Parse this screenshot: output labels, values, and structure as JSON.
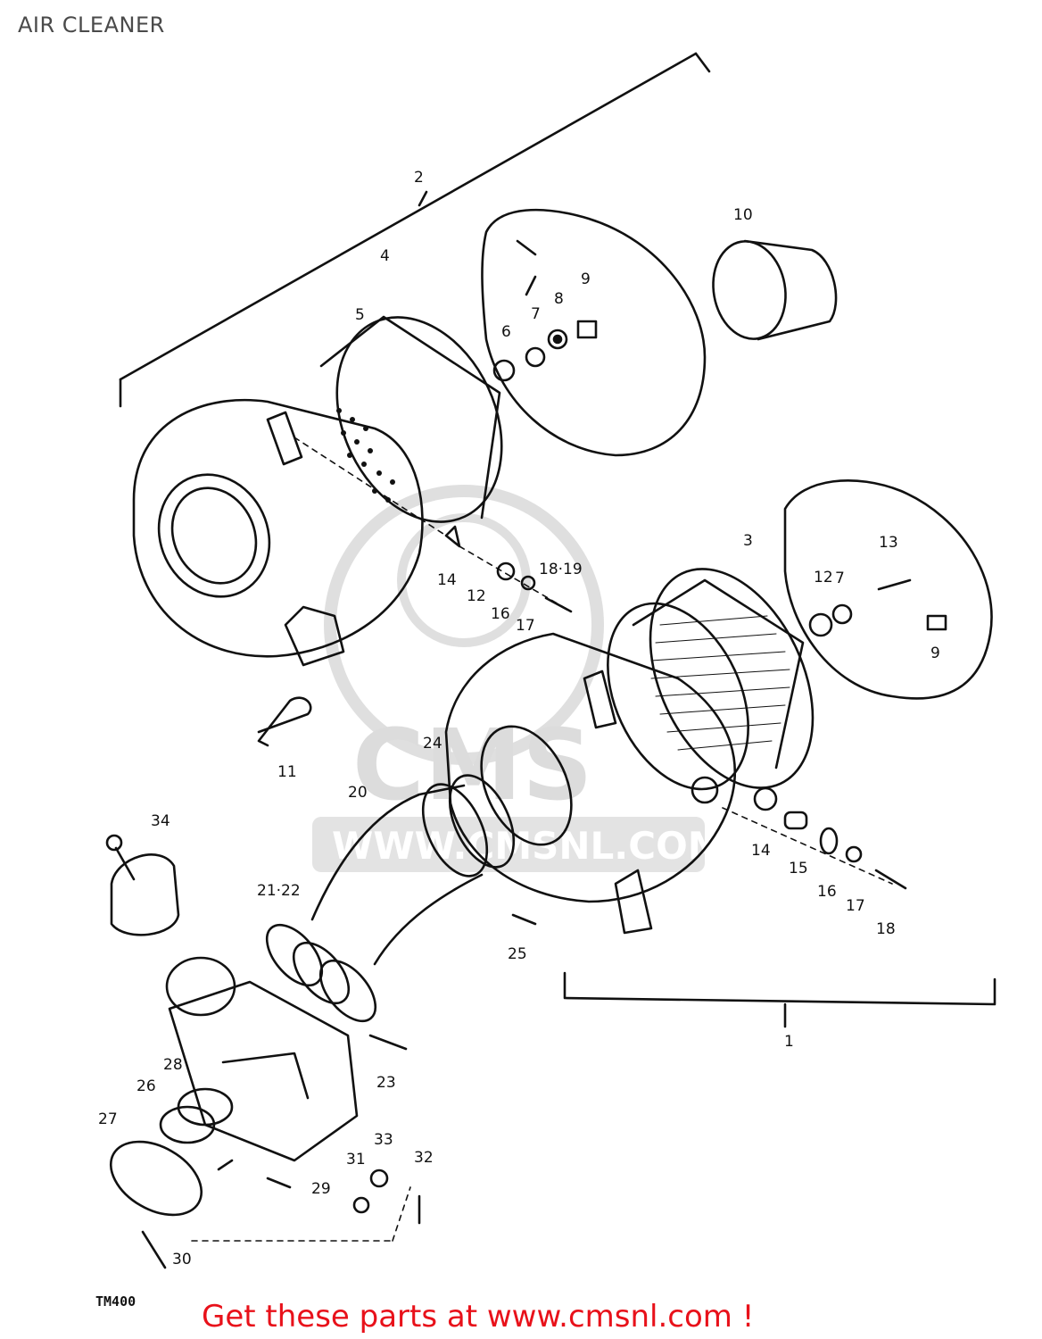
{
  "page": {
    "title": "AIR CLEANER",
    "drawing_code": "TM400",
    "footer_link_text": "Get these parts at www.cmsnl.com !",
    "footer_color": "#e8111a",
    "line_color": "#111111",
    "watermark_color": "#d9d9d9"
  },
  "watermark": {
    "brand": "CMS",
    "url": "WWW.CMSNL.COM"
  },
  "callouts": [
    {
      "id": "1",
      "text": "1"
    },
    {
      "id": "2",
      "text": "2"
    },
    {
      "id": "3",
      "text": "3"
    },
    {
      "id": "4",
      "text": "4"
    },
    {
      "id": "5",
      "text": "5"
    },
    {
      "id": "6",
      "text": "6"
    },
    {
      "id": "7a",
      "text": "7"
    },
    {
      "id": "8",
      "text": "8"
    },
    {
      "id": "9a",
      "text": "9"
    },
    {
      "id": "10",
      "text": "10"
    },
    {
      "id": "11",
      "text": "11"
    },
    {
      "id": "12a",
      "text": "12"
    },
    {
      "id": "12b",
      "text": "12"
    },
    {
      "id": "13",
      "text": "13"
    },
    {
      "id": "7b",
      "text": "7"
    },
    {
      "id": "9b",
      "text": "9"
    },
    {
      "id": "14a",
      "text": "14"
    },
    {
      "id": "16a",
      "text": "16"
    },
    {
      "id": "17a",
      "text": "17"
    },
    {
      "id": "1819",
      "text": "18·19"
    },
    {
      "id": "14b",
      "text": "14"
    },
    {
      "id": "15",
      "text": "15"
    },
    {
      "id": "16b",
      "text": "16"
    },
    {
      "id": "17b",
      "text": "17"
    },
    {
      "id": "18",
      "text": "18"
    },
    {
      "id": "20",
      "text": "20"
    },
    {
      "id": "24",
      "text": "24"
    },
    {
      "id": "2122",
      "text": "21·22"
    },
    {
      "id": "23",
      "text": "23"
    },
    {
      "id": "25",
      "text": "25"
    },
    {
      "id": "26",
      "text": "26"
    },
    {
      "id": "27",
      "text": "27"
    },
    {
      "id": "28",
      "text": "28"
    },
    {
      "id": "29",
      "text": "29"
    },
    {
      "id": "30",
      "text": "30"
    },
    {
      "id": "31",
      "text": "31"
    },
    {
      "id": "32",
      "text": "32"
    },
    {
      "id": "33",
      "text": "33"
    },
    {
      "id": "34",
      "text": "34"
    }
  ]
}
